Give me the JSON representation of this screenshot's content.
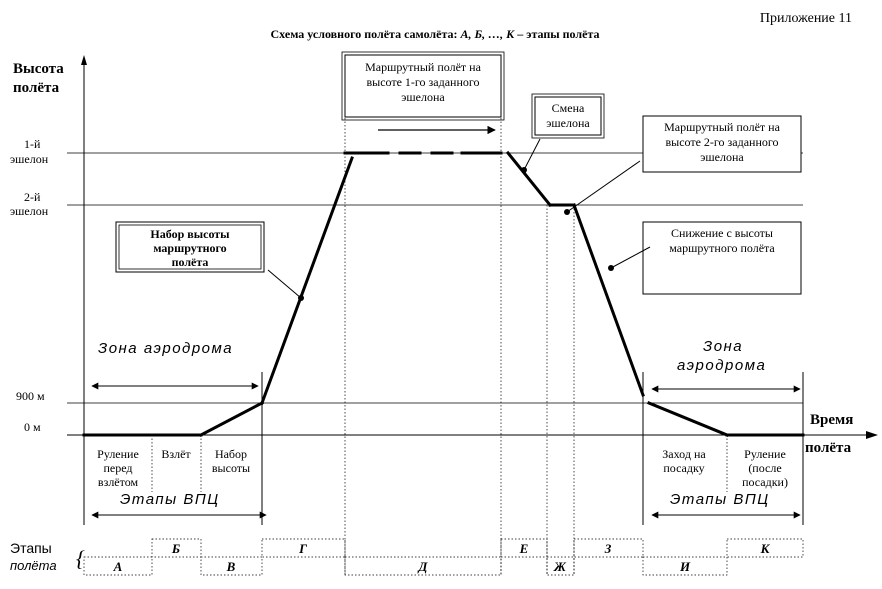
{
  "appendix": "Приложение 11",
  "title_prefix": "Схема условного  полёта самолёта: ",
  "title_italic": "А, Б, …, К",
  "title_suffix": " – этапы полёта",
  "y_axis": {
    "line1": "Высота",
    "line2": "полёта"
  },
  "x_axis": {
    "line1": "Время",
    "line2": "полёта"
  },
  "levels": {
    "echelon1": [
      "1-й",
      "эшелон"
    ],
    "echelon2": [
      "2-й",
      "эшелон"
    ],
    "m900": "900 м",
    "m0": "0 м"
  },
  "callouts": {
    "cruise1": [
      "Маршрутный  полёт на",
      "высоте 1-го заданного",
      "эшелона"
    ],
    "change": [
      "Смена",
      "эшелона"
    ],
    "cruise2": [
      "Маршрутный  полёт на",
      "высоте 2-го заданного",
      "эшелона"
    ],
    "climb": [
      "Набор высоты",
      "маршрутного",
      "полёта"
    ],
    "descent": [
      "Снижение с высоты",
      "маршрутного полёта"
    ]
  },
  "zones": {
    "left": "Зона   аэродрома",
    "right": [
      "Зона",
      "аэродрома"
    ],
    "vpc_left": "Этапы ВПЦ",
    "vpc_right": "Этапы ВПЦ"
  },
  "phases_bottom": {
    "taxi_out": [
      "Руление",
      "перед",
      "взлётом"
    ],
    "takeoff": [
      "Взлёт"
    ],
    "climb": [
      "Набор",
      "высоты"
    ],
    "approach": [
      "Заход на",
      "посадку"
    ],
    "taxi_in": [
      "Руление",
      "(после",
      "посадки)"
    ]
  },
  "stages_label": {
    "line1": "Этапы",
    "line2": "полёта"
  },
  "stages_top": [
    "Б",
    "Г",
    "Е",
    "З",
    "К"
  ],
  "stages_bottom": [
    "А",
    "В",
    "Д",
    "Ж",
    "И"
  ]
}
